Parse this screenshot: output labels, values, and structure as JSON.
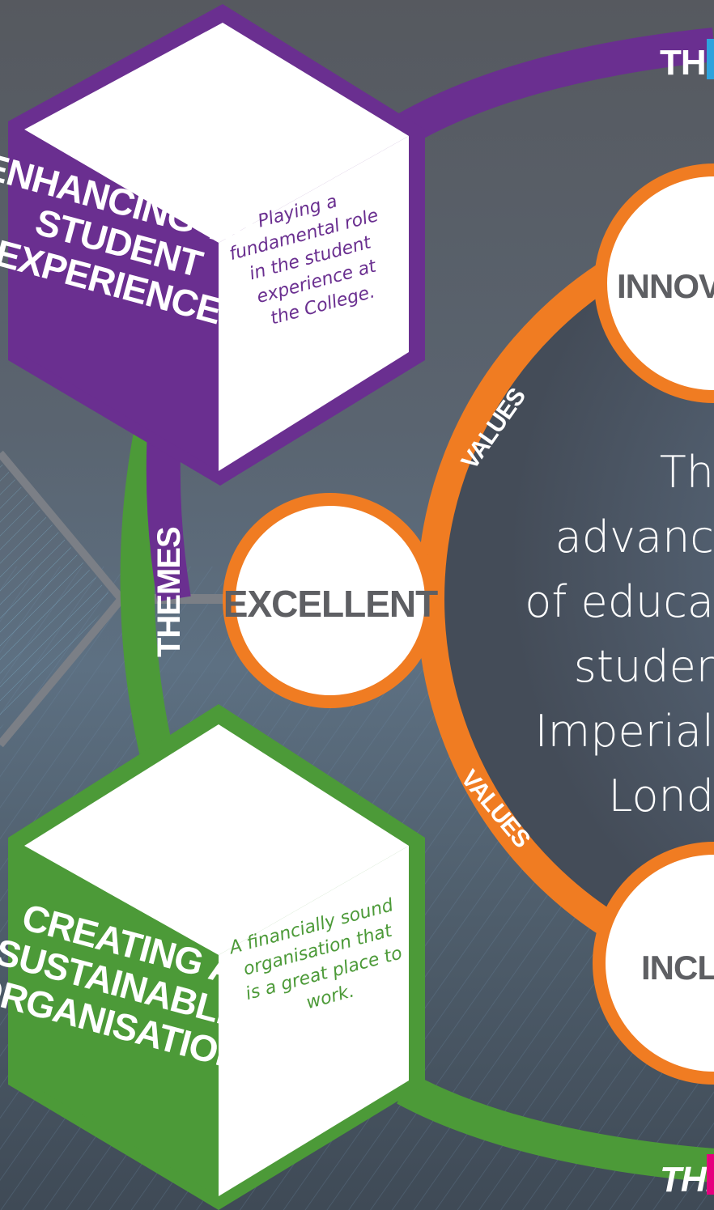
{
  "header": {
    "the": "THE"
  },
  "footer": {
    "the": "THE"
  },
  "themes": {
    "label": "THEMES",
    "student": {
      "title_lines": [
        "ENHANCING THE",
        "STUDENT",
        "EXPERIENCE"
      ],
      "desc_lines": [
        "Playing a",
        "fundamental role",
        "in the student",
        "experience at",
        "the College."
      ],
      "color": "#6a2f90"
    },
    "sustainable": {
      "title_lines": [
        "CREATING A",
        "SUSTAINABLE",
        "ORGANISATION"
      ],
      "desc_lines": [
        "A financially sound",
        "organisation that",
        "is a great place to",
        "work."
      ],
      "color": "#4c9a38"
    }
  },
  "values": {
    "label": "VALUES",
    "label_2": "VALUES",
    "items": [
      "INNOVA",
      "EXCELLENT",
      "INCLU"
    ],
    "color": "#f07c22"
  },
  "mission": {
    "lines": [
      "Th",
      "advanc",
      "of educa",
      "studer",
      "Imperial",
      "Lond"
    ]
  }
}
